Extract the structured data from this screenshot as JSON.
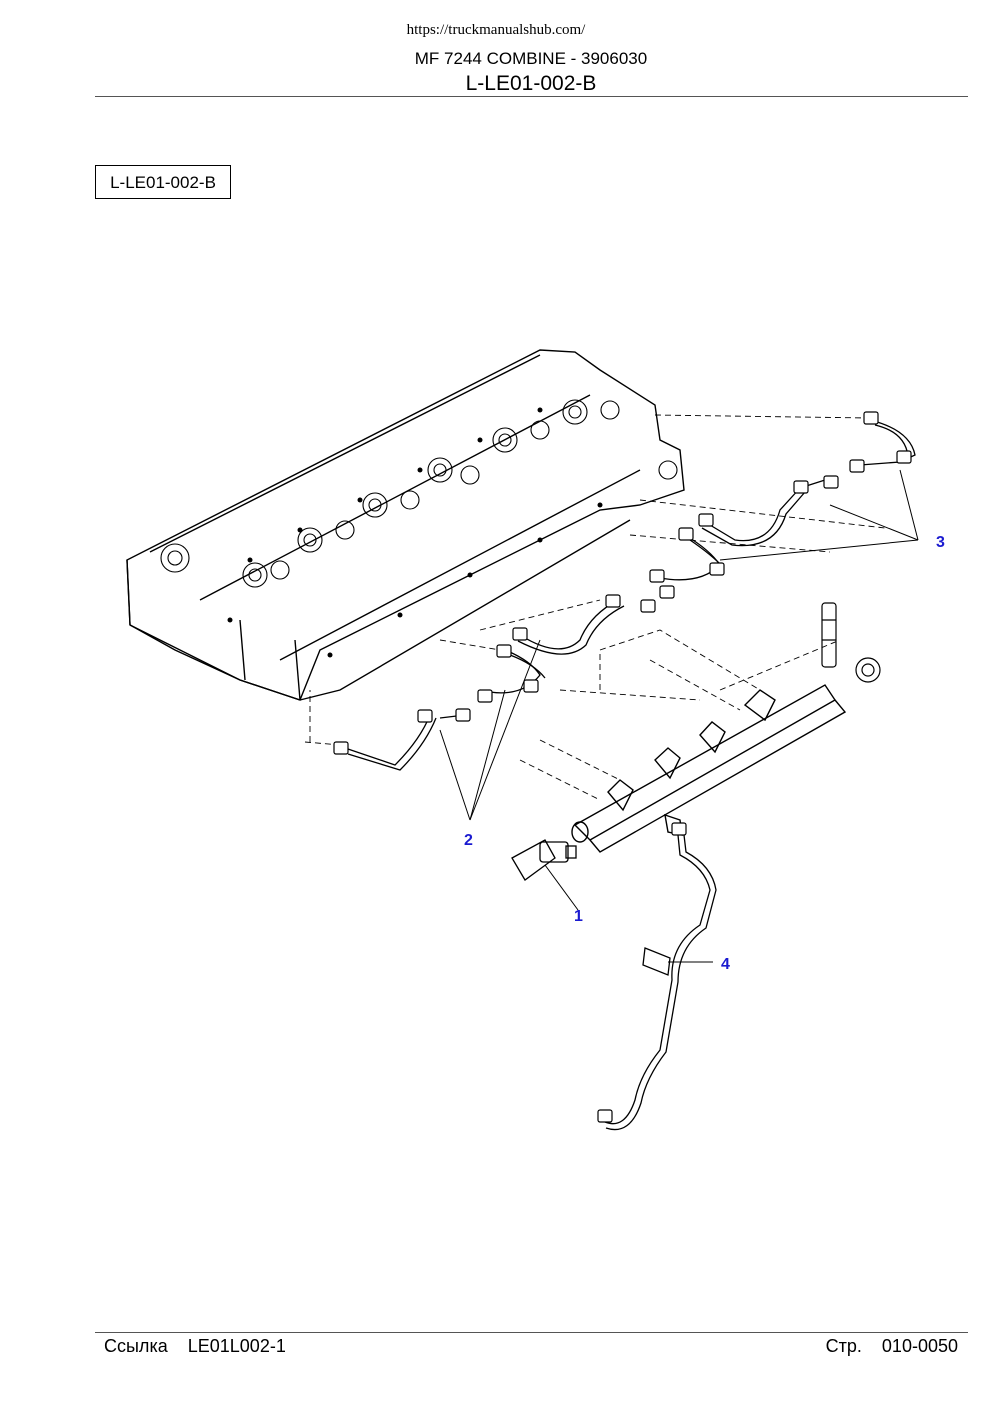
{
  "header": {
    "url": "https://truckmanualshub.com/",
    "title": "MF 7244 COMBINE - 3906030",
    "subtitle": "L-LE01-002-B"
  },
  "diagram": {
    "tag": "L-LE01-002-B",
    "callouts": [
      "1",
      "2",
      "3",
      "4"
    ]
  },
  "footer": {
    "ref_label": "Ссылка",
    "ref_value": "LE01L002-1",
    "page_label": "Стр.",
    "page_value": "010-0050"
  }
}
